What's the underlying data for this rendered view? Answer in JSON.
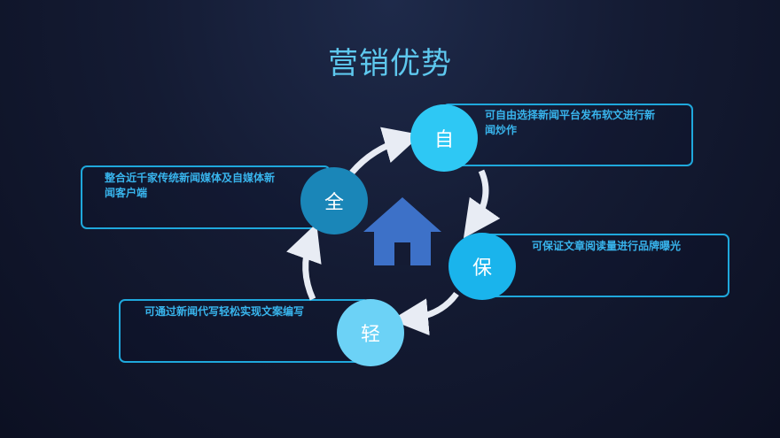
{
  "title": "营销优势",
  "colors": {
    "title": "#5ec8ee",
    "box_border": "#1fa8dc",
    "box_text": "#38b4ec",
    "circle_zi": "#2ec8f4",
    "circle_quan": "#1a86b8",
    "circle_bao": "#1ab4ec",
    "circle_qing": "#6cd2f6",
    "house": "#3d71c8",
    "arrow": "#e8ecf4"
  },
  "center_icon": "house-icon",
  "items": [
    {
      "key": "zi",
      "char": "自",
      "text_lines": [
        "可自由选择新闻平台发布软文进行新",
        "闻炒作"
      ]
    },
    {
      "key": "quan",
      "char": "全",
      "text_lines": [
        "整合近千家传统新闻媒体及自媒体新",
        "闻客户端"
      ]
    },
    {
      "key": "bao",
      "char": "保",
      "text_lines": [
        "可保证文章阅读量进行品牌曝光"
      ]
    },
    {
      "key": "qing",
      "char": "轻",
      "text_lines": [
        "可通过新闻代写轻松实现文案编写"
      ]
    }
  ]
}
